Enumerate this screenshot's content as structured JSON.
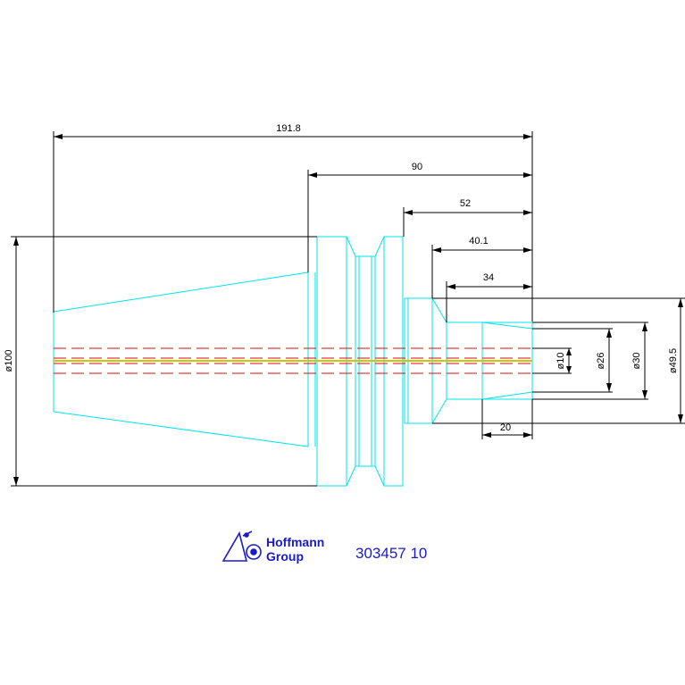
{
  "dimensions": {
    "overall_length": "191.8",
    "length_90": "90",
    "length_52": "52",
    "length_40_1": "40.1",
    "length_34": "34",
    "length_20": "20",
    "dia_100": "ø100",
    "dia_10": "ø10",
    "dia_26": "ø26",
    "dia_30": "ø30",
    "dia_49_5": "ø49.5"
  },
  "logo": {
    "line1": "Hoffmann",
    "line2": "Group"
  },
  "part_number": "303457 10",
  "colors": {
    "outline": "#00e5ee",
    "dimension": "#000000",
    "centerline": "#cc1111",
    "axis": "#d4c400",
    "brand": "#1a1acc"
  }
}
